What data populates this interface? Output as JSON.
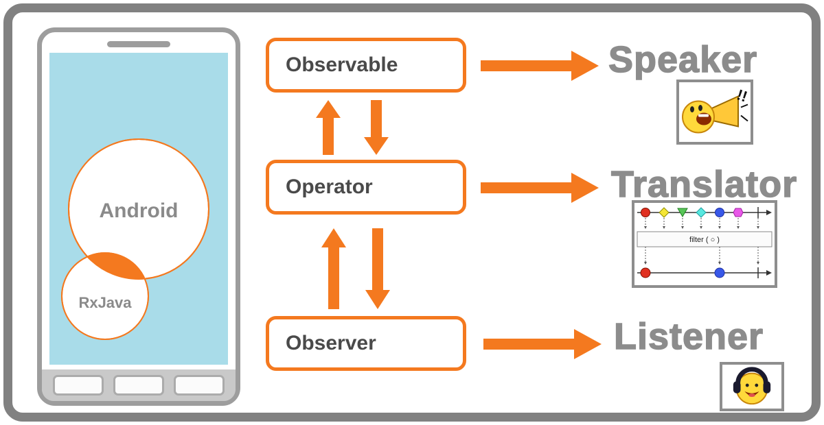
{
  "colors": {
    "accent_orange": "#F4791F",
    "frame_gray": "#818181",
    "label_gray": "#8C8C8C",
    "screen_blue": "#A9DCE9"
  },
  "phone": {
    "android_label": "Android",
    "rxjava_label": "RxJava"
  },
  "nodes": [
    {
      "label": "Observable"
    },
    {
      "label": "Operator"
    },
    {
      "label": "Observer"
    }
  ],
  "targets": [
    {
      "label": "Speaker"
    },
    {
      "label": "Translator"
    },
    {
      "label": "Listener"
    }
  ],
  "translator_diagram": {
    "filter_label": "filter ( ○ )"
  }
}
